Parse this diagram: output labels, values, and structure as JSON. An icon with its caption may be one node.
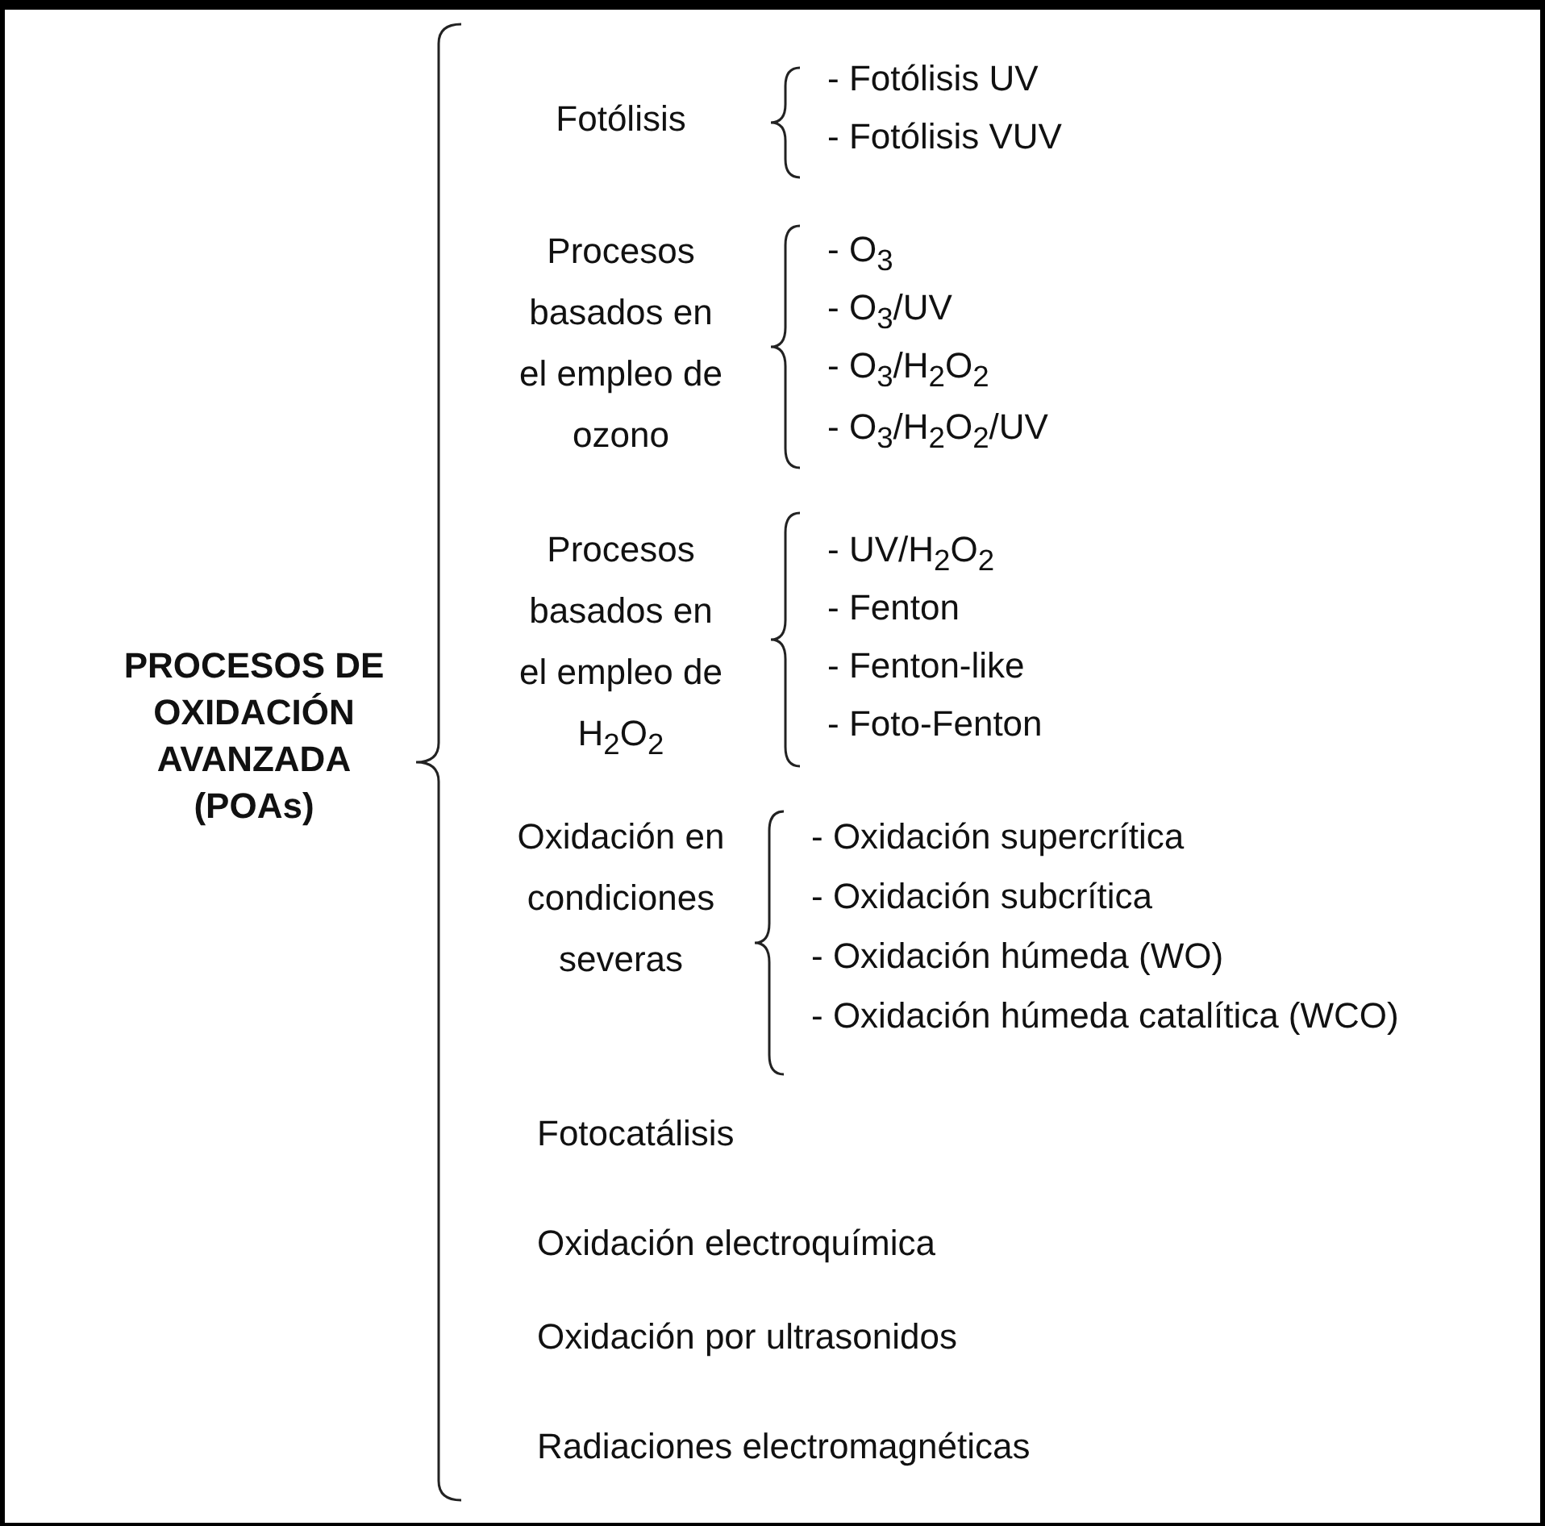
{
  "diagram": {
    "labels": [
      "PROCESOS DE OXIDACIÓN AVANZADA (POAs)",
      "Fotólisis",
      "- Fotólisis UV",
      "- Fotólisis VUV",
      "Procesos basados en el empleo de ozono",
      "- O$_{3}$",
      "- O$_{3}$/UV",
      "- O$_{3}$/H$_{2}$O$_{2}$",
      "- O$_{3}$/H$_{2}$O$_{2}$/UV",
      "Procesos basados en el empleo de H$_{2}$O$_{2}$",
      "- UV/H$_{2}$O$_{2}$",
      "- Fenton",
      "- Fenton-like",
      "- Foto-Fenton",
      "Oxidación en condiciones severas",
      "- Oxidación supercrítica",
      "- Oxidación subcrítica",
      "- Oxidación húmeda (WO)",
      "- Oxidación húmeda catalítica (WCO)",
      "Fotocatálisis",
      "Oxidación electroquímica",
      "Oxidación por ultrasonidos",
      "Radiaciones electromagnéticas"
    ]
  }
}
